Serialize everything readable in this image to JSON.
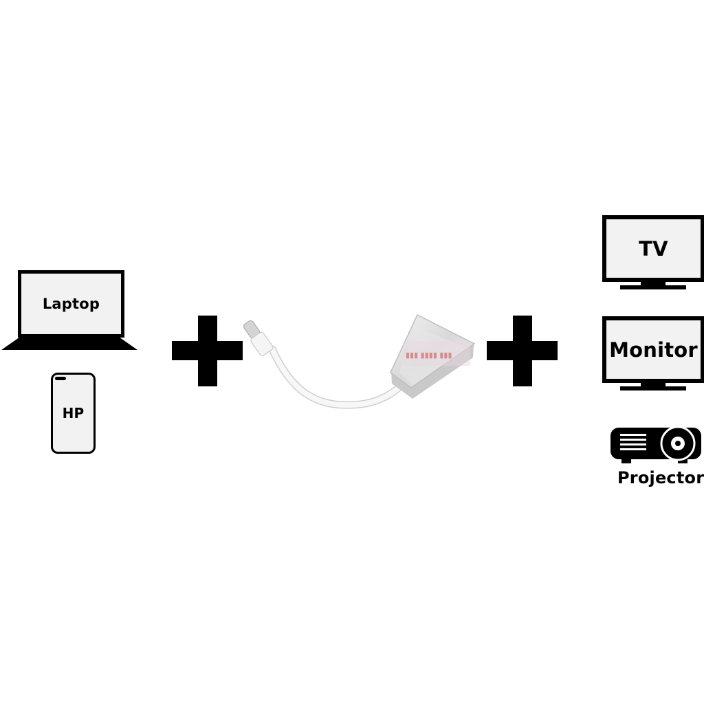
{
  "source_devices": {
    "laptop": {
      "label": "Laptop"
    },
    "phone": {
      "label": "HP"
    }
  },
  "adapter": {
    "connector": "usb-c-plug-icon",
    "body": "adapter-hub-icon",
    "watermark": "store watermark"
  },
  "output_devices": {
    "tv": {
      "label": "TV"
    },
    "monitor": {
      "label": "Monitor"
    },
    "projector": {
      "label": "Projector"
    }
  },
  "icons": [
    "laptop-icon",
    "phone-icon",
    "plus-icon",
    "tv-icon",
    "monitor-icon",
    "projector-icon"
  ],
  "colors": {
    "background": "#ffffff",
    "ink": "#000000",
    "screen_fill": "#f2f2f2",
    "cable": "#f4f4f4",
    "adapter_body": "#e2e2e2"
  }
}
